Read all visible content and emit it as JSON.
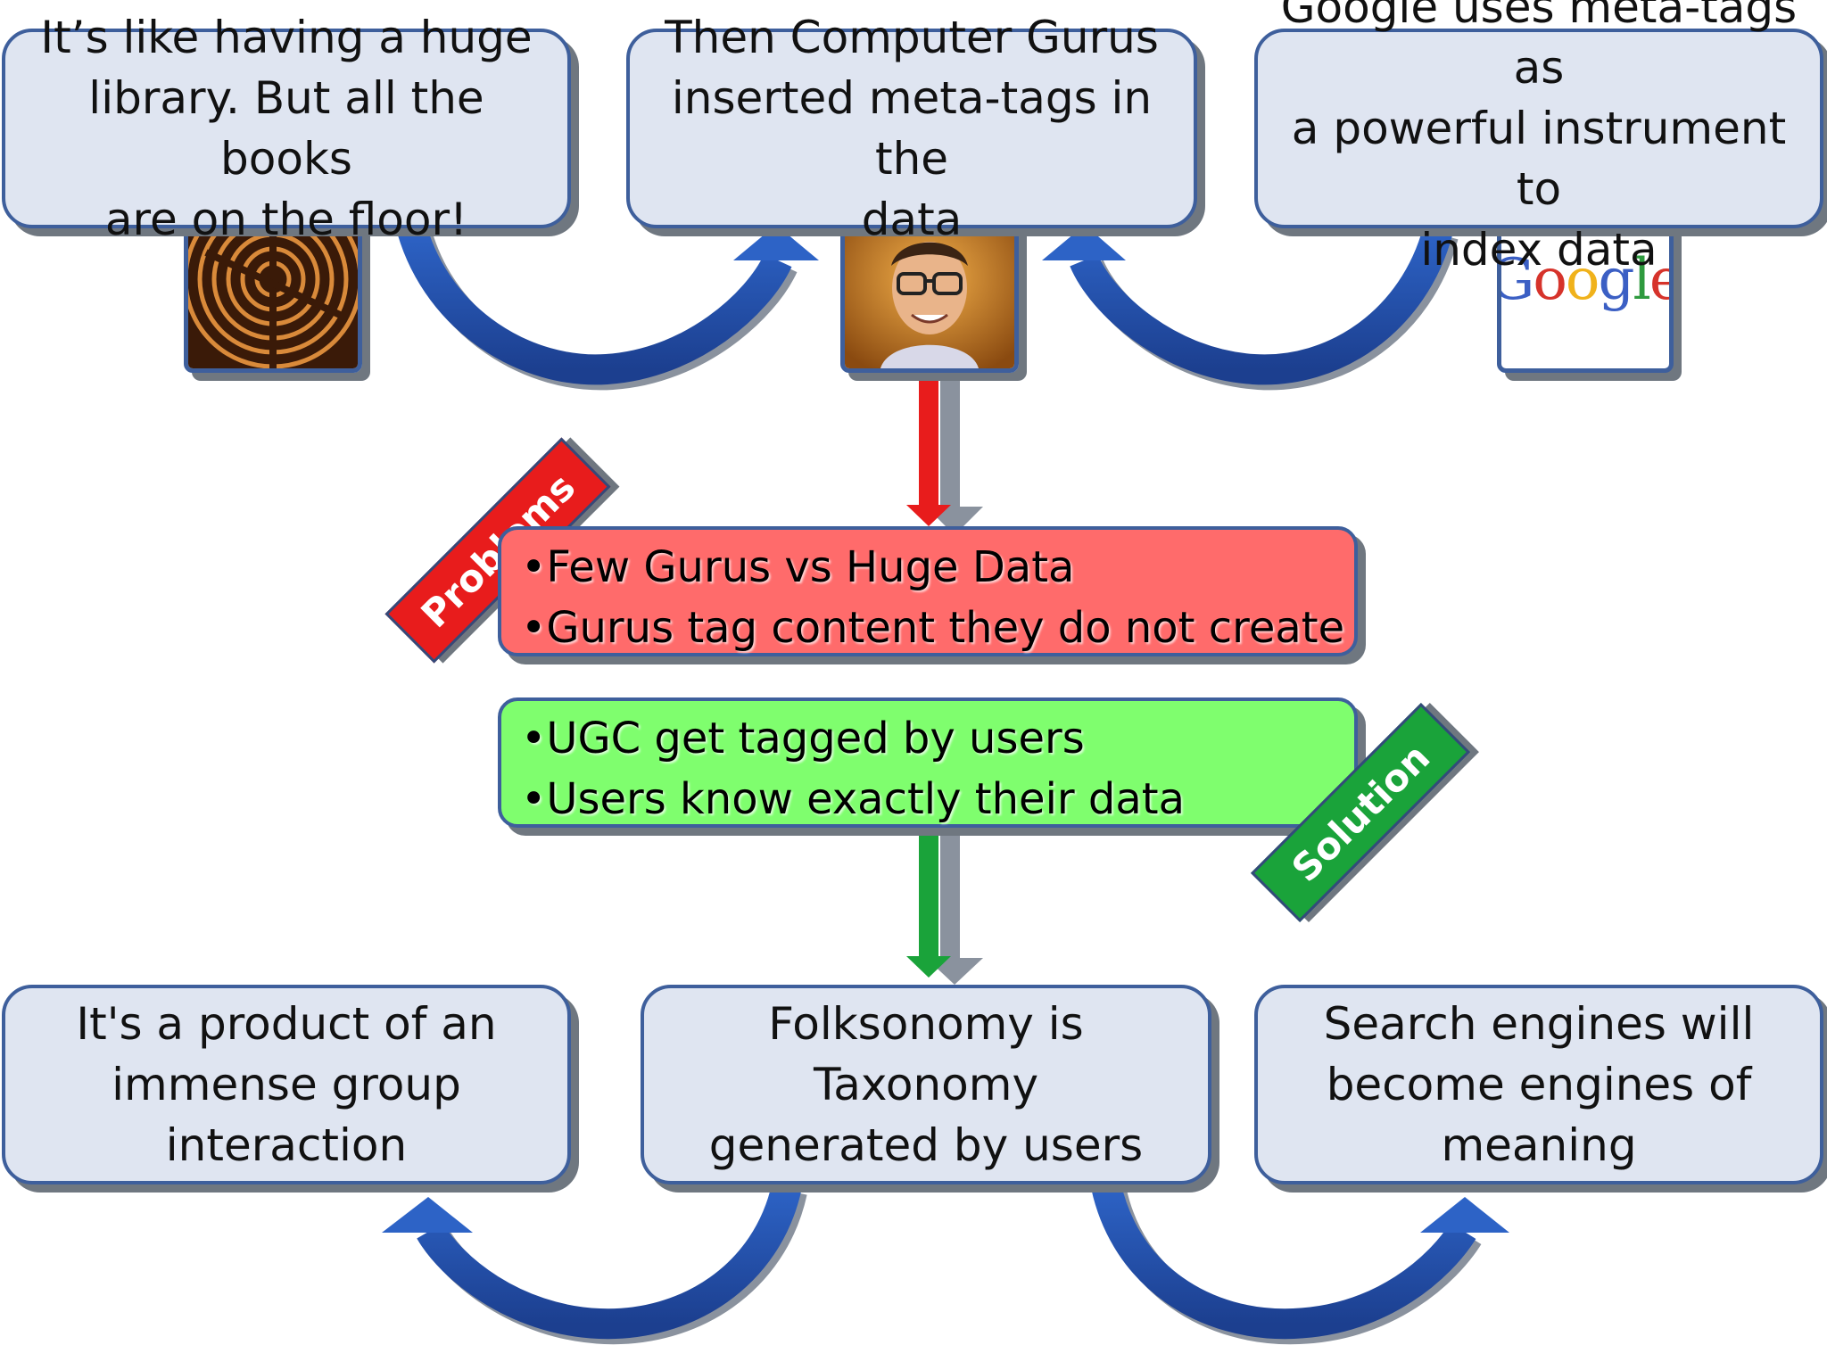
{
  "top_boxes": [
    {
      "lines": [
        "It’s like having a huge",
        "library. But all the books",
        "are on the floor!"
      ]
    },
    {
      "lines": [
        "Then Computer Gurus",
        "inserted meta-tags in the",
        "data"
      ]
    },
    {
      "lines": [
        "Google uses meta-tags as",
        "a powerful instrument to",
        "index data"
      ]
    }
  ],
  "problems": {
    "label": "Problems",
    "color": "#ff6b6b",
    "items": [
      "•Few Gurus vs Huge Data",
      "•Gurus tag content they do not create"
    ]
  },
  "solution": {
    "label": "Solution",
    "color": "#7ffe6e",
    "items": [
      "•UGC get tagged by users",
      "•Users know exactly their data"
    ]
  },
  "bottom_boxes": [
    {
      "lines": [
        "It's a product of an",
        "immense group",
        "interaction"
      ]
    },
    {
      "lines": [
        "Folksonomy is Taxonomy",
        "generated by users"
      ]
    },
    {
      "lines": [
        "Search engines will",
        "become engines of",
        "meaning"
      ]
    }
  ],
  "google_logo": {
    "letters": [
      "G",
      "o",
      "o",
      "g",
      "l",
      "e"
    ],
    "colors": [
      "#3b5fc4",
      "#d6332b",
      "#f0b21b",
      "#3b5fc4",
      "#2e9a3e",
      "#d6332b"
    ]
  },
  "images": [
    "labyrinth-image",
    "computer-guru-photo",
    "google-logo"
  ]
}
